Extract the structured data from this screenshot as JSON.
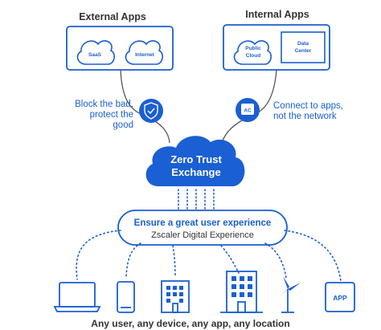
{
  "external": {
    "title": "External Apps",
    "items": [
      "SaaS",
      "Internet"
    ]
  },
  "internal": {
    "title": "Internal Apps",
    "public_cloud": [
      "Public",
      "Cloud"
    ],
    "data_center": [
      "Data",
      "Center"
    ]
  },
  "left_caption": [
    "Block the bad,",
    "protect the",
    "good"
  ],
  "right_caption": [
    "Connect to apps,",
    "not the network"
  ],
  "connector_label": "AC",
  "exchange": [
    "Zero Trust",
    "Exchange"
  ],
  "experience": {
    "headline": "Ensure a great user experience",
    "subtitle": "Zscaler Digital Experience"
  },
  "devices": [
    {
      "icon": "laptop-icon"
    },
    {
      "icon": "phone-icon"
    },
    {
      "icon": "building-icon"
    },
    {
      "icon": "office-tower-icon"
    },
    {
      "icon": "wind-turbine-icon"
    },
    {
      "icon": "app-icon",
      "label": "APP"
    }
  ],
  "footer": "Any user, any device, any app, any location",
  "colors": {
    "brand_blue": "#1a5fd3",
    "dark_text": "#333333",
    "line_gray": "#555555"
  }
}
